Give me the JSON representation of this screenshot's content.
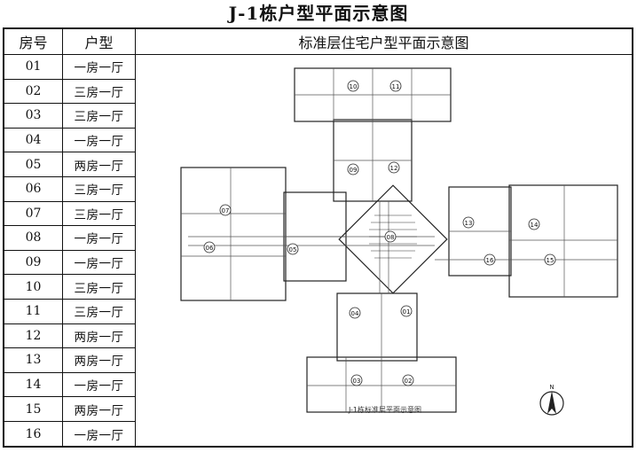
{
  "title": "J-1栋户型平面示意图",
  "headers": {
    "room_no": "房号",
    "type": "户型",
    "plan": "标准层住宅户型平面示意图"
  },
  "rows": [
    {
      "no": "01",
      "type": "一房一厅"
    },
    {
      "no": "02",
      "type": "三房一厅"
    },
    {
      "no": "03",
      "type": "三房一厅"
    },
    {
      "no": "04",
      "type": "一房一厅"
    },
    {
      "no": "05",
      "type": "两房一厅"
    },
    {
      "no": "06",
      "type": "三房一厅"
    },
    {
      "no": "07",
      "type": "三房一厅"
    },
    {
      "no": "08",
      "type": "一房一厅"
    },
    {
      "no": "09",
      "type": "一房一厅"
    },
    {
      "no": "10",
      "type": "三房一厅"
    },
    {
      "no": "11",
      "type": "三房一厅"
    },
    {
      "no": "12",
      "type": "两房一厅"
    },
    {
      "no": "13",
      "type": "两房一厅"
    },
    {
      "no": "14",
      "type": "一房一厅"
    },
    {
      "no": "15",
      "type": "两房一厅"
    },
    {
      "no": "16",
      "type": "一房一厅"
    }
  ],
  "plan": {
    "caption": "J-1栋标准层平面示意图",
    "north_label": "N",
    "unit_labels": [
      "10",
      "11",
      "09",
      "12",
      "07",
      "06",
      "05",
      "13",
      "14",
      "16",
      "15",
      "04",
      "01",
      "03",
      "02",
      "08"
    ]
  }
}
